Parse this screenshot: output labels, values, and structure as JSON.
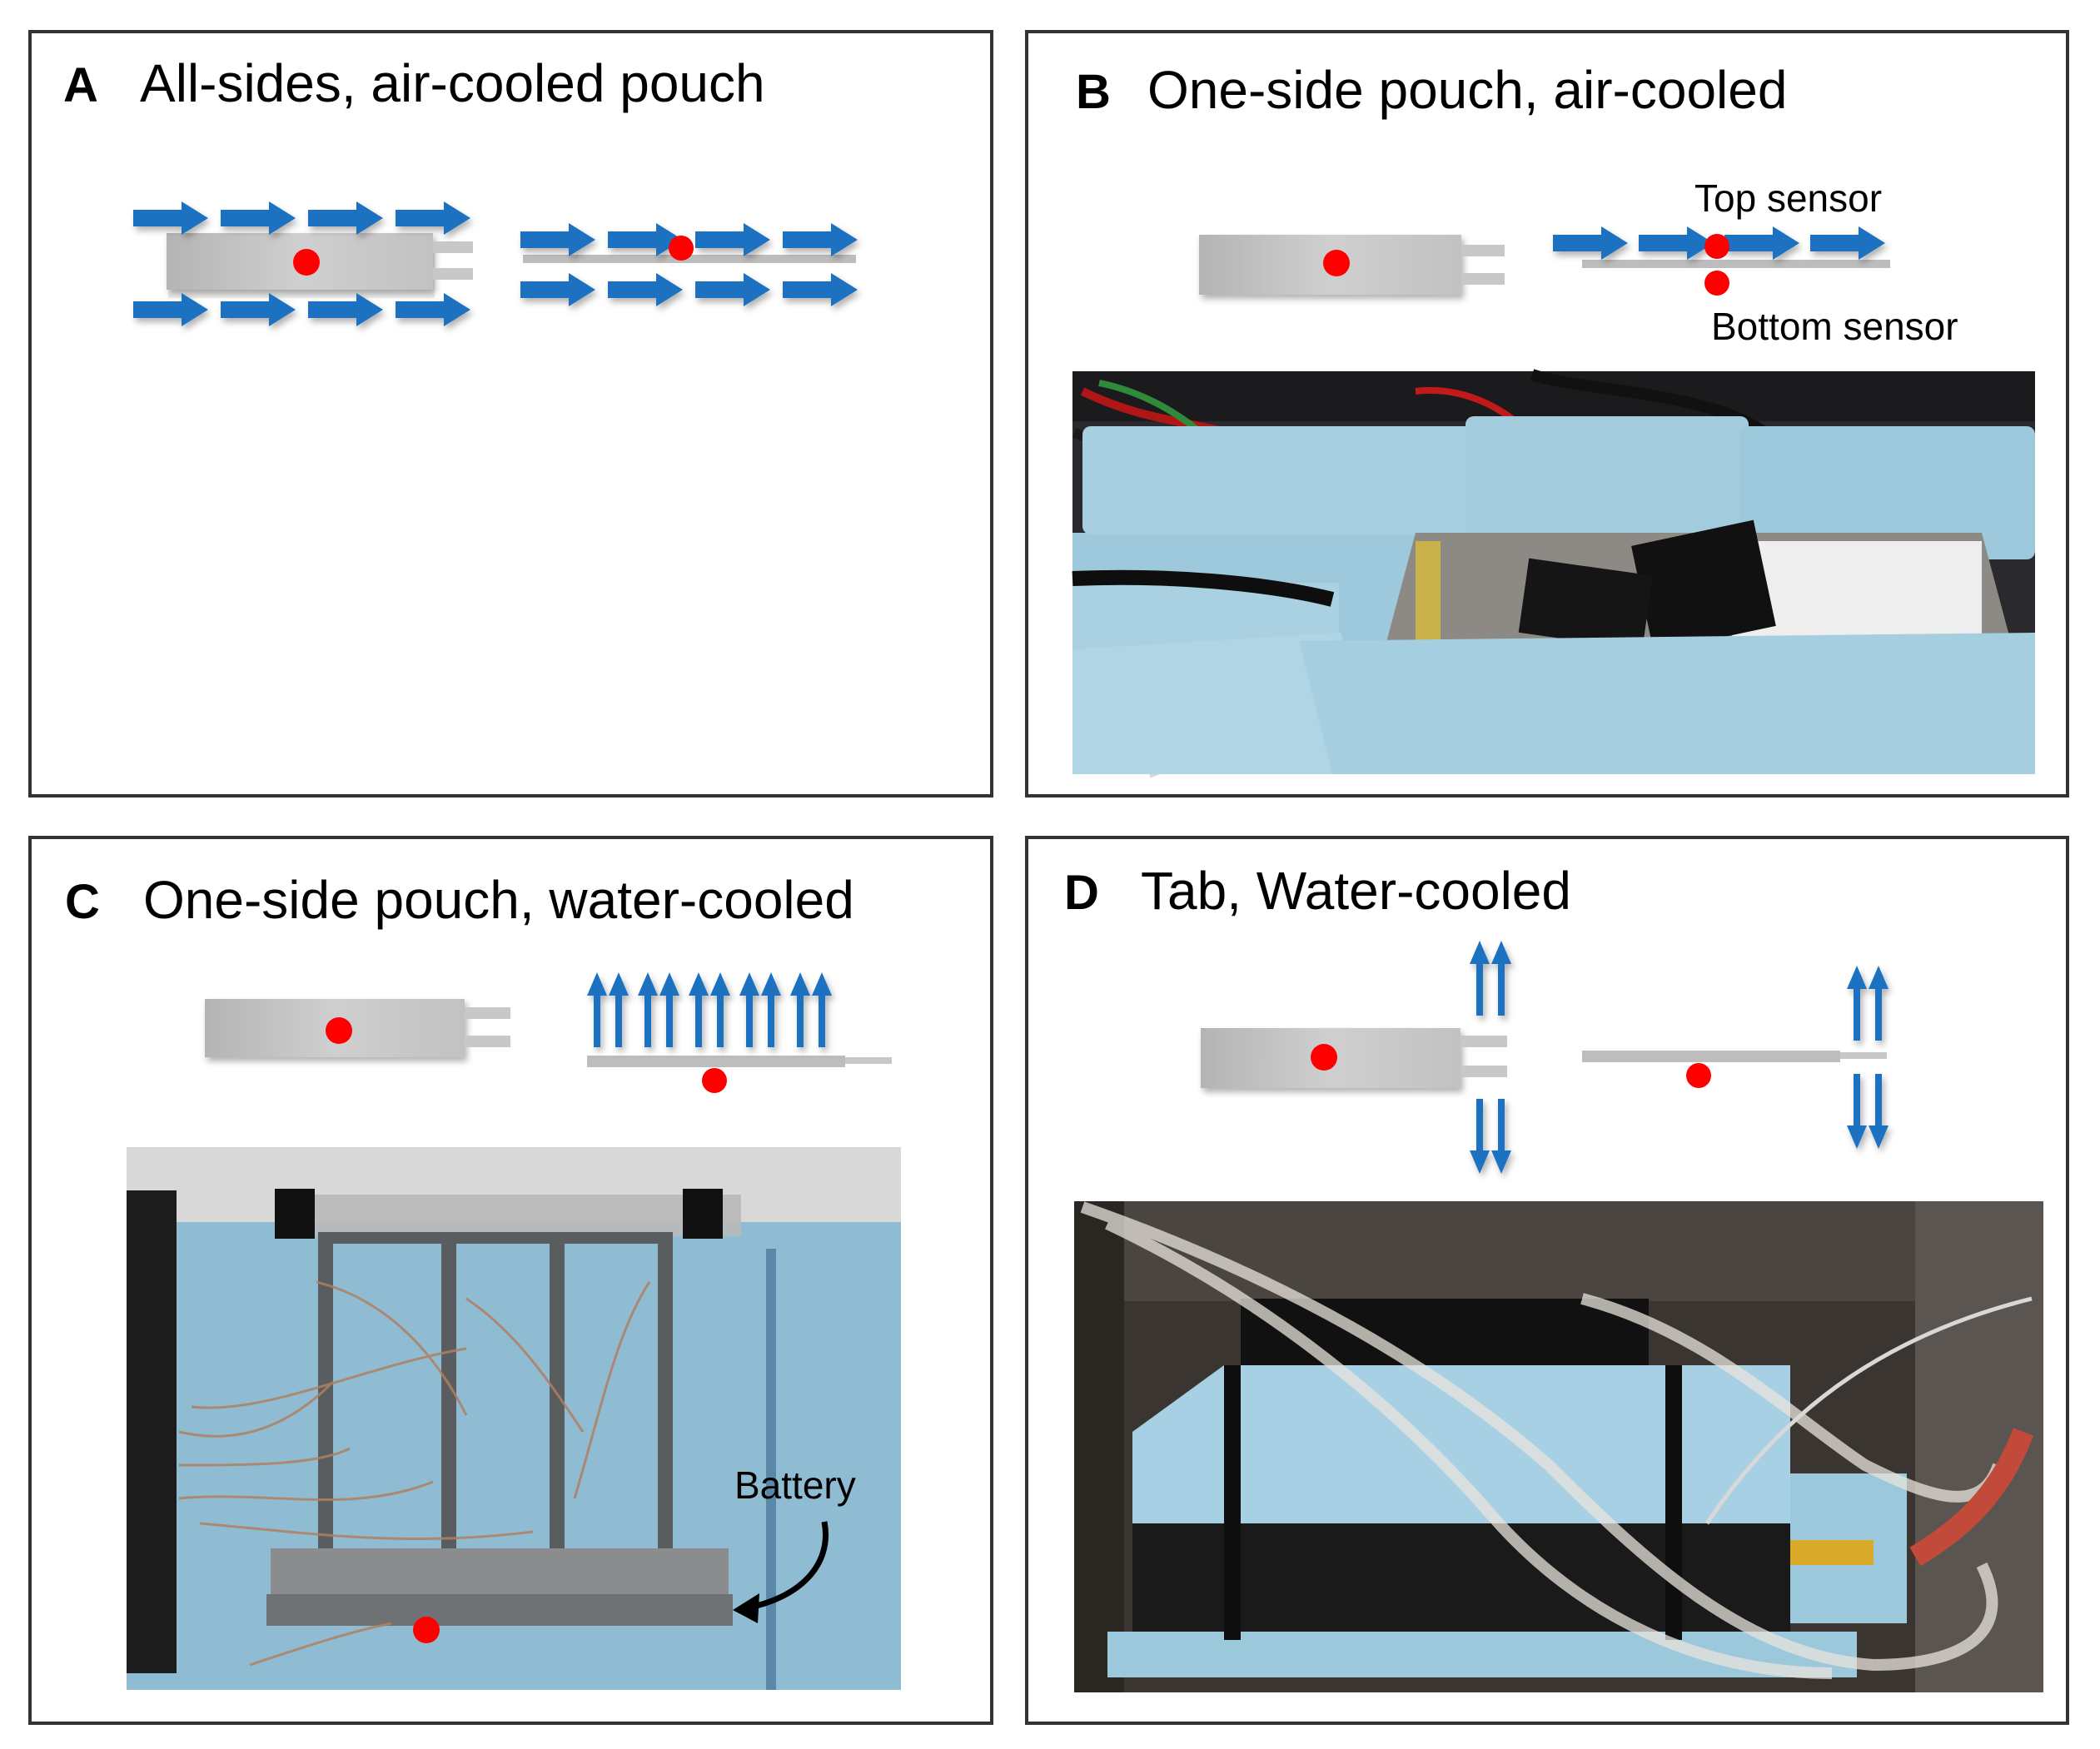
{
  "panels": {
    "a": {
      "letter": "A",
      "title": "All-sides, air-cooled pouch"
    },
    "b": {
      "letter": "B",
      "title": "One-side pouch, air-cooled",
      "top_sensor_label": "Top sensor",
      "bottom_sensor_label": "Bottom sensor"
    },
    "c": {
      "letter": "C",
      "title": "One-side pouch, water-cooled",
      "battery_label": "Battery"
    },
    "d": {
      "letter": "D",
      "title": "Tab, Water-cooled"
    }
  },
  "colors": {
    "arrow_blue": "#1f72c0",
    "sensor_red": "#ff0000",
    "cell_gray": "#bdbdbd",
    "foam_blue": "#9ec9dc",
    "panel_border": "#333333"
  },
  "icons": {
    "flow_arrow": "right-arrow-icon",
    "double_up": "double-up-arrow-icon",
    "double_down": "double-down-arrow-icon",
    "sensor": "red-dot-icon"
  }
}
